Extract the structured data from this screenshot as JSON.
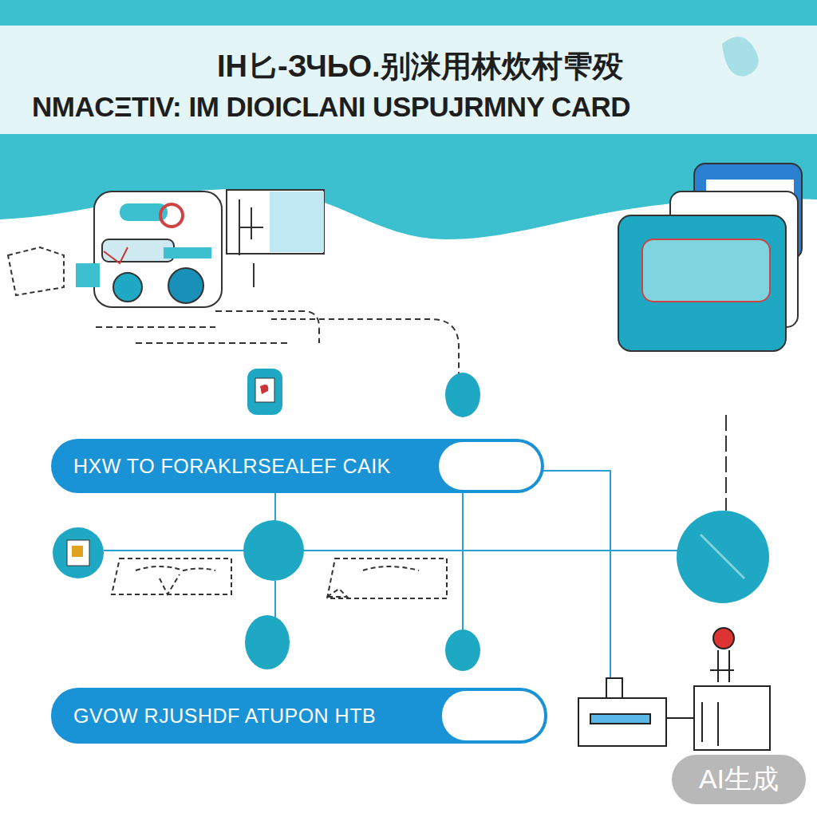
{
  "diagram": {
    "title": "NMACΞTIV: IM DIOICLANI USPUJRMNY CARD",
    "nodes": [
      {
        "text": [
          "HXW TO FORAKLRSEALEF CAIK"
        ]
      },
      {
        "text": [
          "GVOW RJUSHDF ATUPON HTB"
        ]
      }
    ],
    "labels": [
      "ΙΗ匕-ЗЧЬО.别洣用林炊村雫殁",
      "AI生成"
    ]
  }
}
